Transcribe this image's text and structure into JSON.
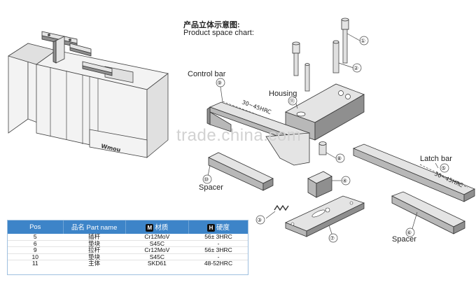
{
  "heading": {
    "cn": "产品立体示意图:",
    "en": "Product space chart:"
  },
  "parts": {
    "control_bar": "Control bar",
    "housing": "Housing",
    "latch_bar": "Latch bar",
    "spacer_left": "Spacer",
    "spacer_right": "Spacer"
  },
  "hardness_marks": {
    "control_bar": "30~45HRC",
    "latch_bar": "30~45HRC"
  },
  "callouts": [
    "①",
    "②",
    "③",
    "④",
    "⑤",
    "⑥",
    "⑦",
    "⑧",
    "⑨",
    "⑩",
    "⑪"
  ],
  "mold_engraving": "Wmou",
  "watermark": "trade.china.com",
  "table": {
    "headers": {
      "pos": "Pos",
      "part_name": "品名 Part name",
      "material_badge": "M",
      "material": "材质",
      "hardness_badge": "H",
      "hardness": "硬度"
    },
    "rows": [
      {
        "pos": "5",
        "part": "插杆",
        "material": "Cr12MoV",
        "hardness": "56± 3HRC"
      },
      {
        "pos": "6",
        "part": "垫块",
        "material": "S45C",
        "hardness": "-"
      },
      {
        "pos": "9",
        "part": "拉杆",
        "material": "Cr12MoV",
        "hardness": "56± 3HRC"
      },
      {
        "pos": "10",
        "part": "垫块",
        "material": "S45C",
        "hardness": "-"
      },
      {
        "pos": "11",
        "part": "主体",
        "material": "SKD61",
        "hardness": "48-52HRC"
      }
    ]
  },
  "colors": {
    "header_blue": "#3d84c8",
    "part_fill": "#c4c4c4",
    "part_top": "#e2e2e2",
    "part_side": "#8f8f8f",
    "mold_plate": "#f2f2f2",
    "watermark": "#d2d2d2"
  }
}
